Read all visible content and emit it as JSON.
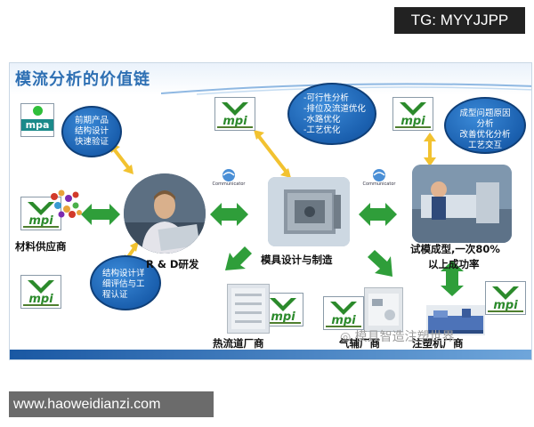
{
  "top_badge": "TG: MYYJJPP",
  "slide": {
    "title": "模流分析的价值链",
    "bubbles": {
      "early": [
        "前期产品",
        "结构设计",
        "快速验证"
      ],
      "structure": [
        "结构设计详",
        "细评估与工",
        "程认证"
      ],
      "mold": [
        "-可行性分析",
        "-排位及流道优化",
        "-水路优化",
        "-工艺优化"
      ],
      "trial": [
        "成型问题原因",
        "分析",
        "改善优化分析",
        "工艺交互"
      ]
    },
    "labels": {
      "material_supplier": "材料供应商",
      "rd": "R & D研发",
      "mold_design": "模具设计与制造",
      "trial_line1": "试模成型,一次80%",
      "trial_line2": "以上成功率",
      "hot_runner": "热流道厂商",
      "gas_assist": "气辅厂商",
      "injection_machine": "注塑机厂商"
    },
    "logos": {
      "mpi": "mpi",
      "mpa": "mpa",
      "communicator": "Communicator"
    },
    "watermark": "模具智造注塑世界"
  },
  "bottom_badge": "www.haoweidianzi.com",
  "colors": {
    "title_blue": "#2d6fb3",
    "bubble_blue": "#1a5fae",
    "arrow_green": "#2f9e3a",
    "arrow_yellow": "#f2c230",
    "logo_green": "#2b8a2b",
    "badge_dark": "#222222",
    "badge_gray": "#6b6b6b"
  }
}
